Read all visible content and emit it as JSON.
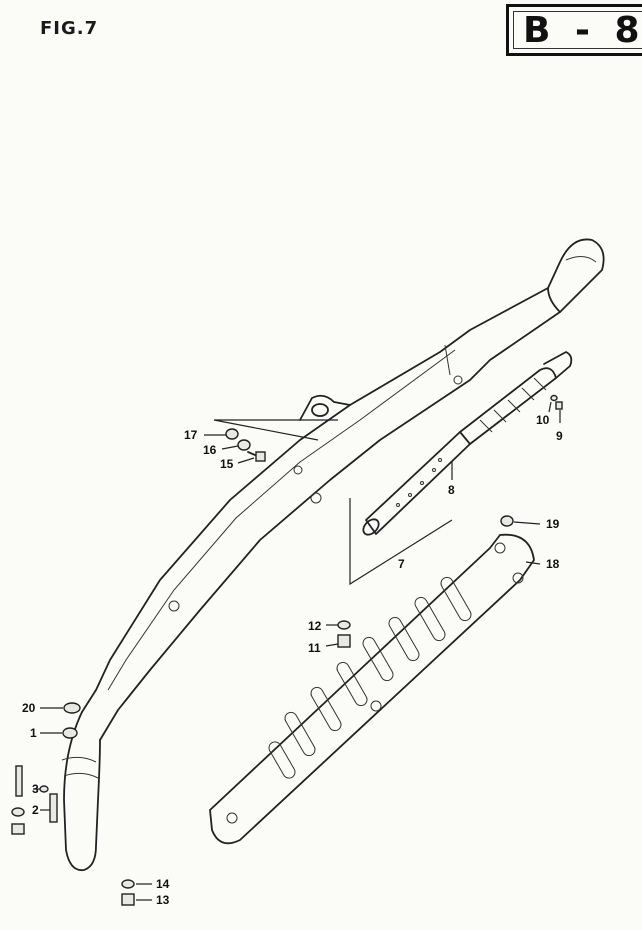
{
  "header": {
    "figure_label": "FIG.7",
    "section_code": "B - 8"
  },
  "callouts": [
    {
      "id": "c1",
      "label": "1"
    },
    {
      "id": "c2",
      "label": "2"
    },
    {
      "id": "c3",
      "label": "3"
    },
    {
      "id": "c7",
      "label": "7"
    },
    {
      "id": "c8",
      "label": "8"
    },
    {
      "id": "c9",
      "label": "9"
    },
    {
      "id": "c10",
      "label": "10"
    },
    {
      "id": "c11",
      "label": "11"
    },
    {
      "id": "c12",
      "label": "12"
    },
    {
      "id": "c13",
      "label": "13"
    },
    {
      "id": "c14",
      "label": "14"
    },
    {
      "id": "c15",
      "label": "15"
    },
    {
      "id": "c16",
      "label": "16"
    },
    {
      "id": "c17",
      "label": "17"
    },
    {
      "id": "c18",
      "label": "18"
    },
    {
      "id": "c19",
      "label": "19"
    },
    {
      "id": "c20",
      "label": "20"
    }
  ]
}
